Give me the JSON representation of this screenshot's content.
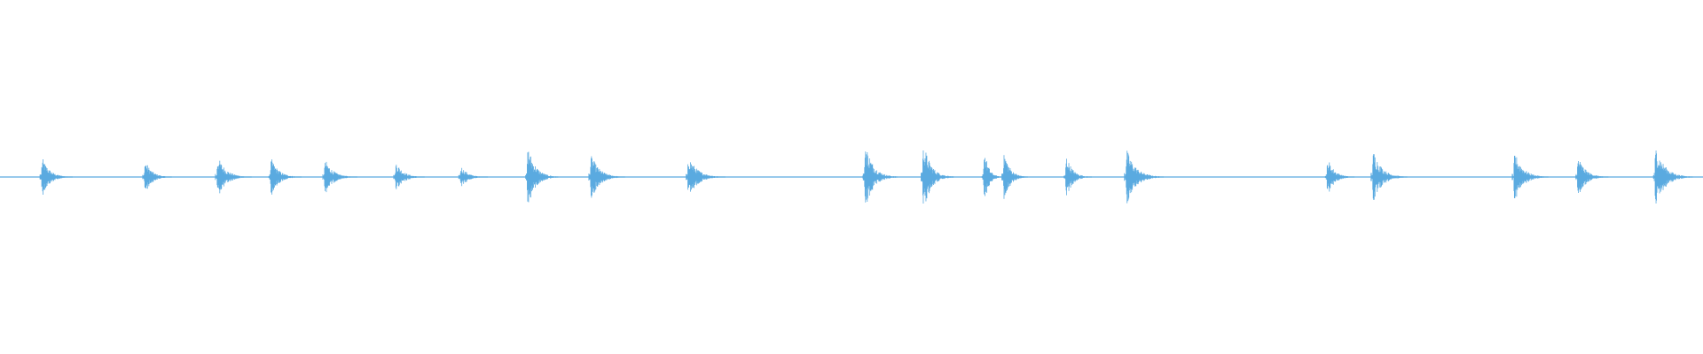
{
  "waveform": {
    "color": "#5aaae0",
    "baseline_amplitude": 0.01,
    "duration": 1.0,
    "transients": [
      {
        "t": 0.0245,
        "peak": 0.12,
        "decay": 0.018
      },
      {
        "t": 0.0848,
        "peak": 0.11,
        "decay": 0.016
      },
      {
        "t": 0.1275,
        "peak": 0.13,
        "decay": 0.02
      },
      {
        "t": 0.1589,
        "peak": 0.12,
        "decay": 0.018
      },
      {
        "t": 0.1906,
        "peak": 0.11,
        "decay": 0.019
      },
      {
        "t": 0.2322,
        "peak": 0.1,
        "decay": 0.017
      },
      {
        "t": 0.2704,
        "peak": 0.07,
        "decay": 0.016
      },
      {
        "t": 0.3096,
        "peak": 0.2,
        "decay": 0.018
      },
      {
        "t": 0.3468,
        "peak": 0.14,
        "decay": 0.02
      },
      {
        "t": 0.4039,
        "peak": 0.13,
        "decay": 0.022
      },
      {
        "t": 0.5077,
        "peak": 0.22,
        "decay": 0.019
      },
      {
        "t": 0.5419,
        "peak": 0.22,
        "decay": 0.018
      },
      {
        "t": 0.5776,
        "peak": 0.2,
        "decay": 0.01
      },
      {
        "t": 0.5893,
        "peak": 0.17,
        "decay": 0.014
      },
      {
        "t": 0.6258,
        "peak": 0.14,
        "decay": 0.015
      },
      {
        "t": 0.6613,
        "peak": 0.17,
        "decay": 0.022
      },
      {
        "t": 0.7793,
        "peak": 0.12,
        "decay": 0.016
      },
      {
        "t": 0.8061,
        "peak": 0.17,
        "decay": 0.02
      },
      {
        "t": 0.889,
        "peak": 0.16,
        "decay": 0.02
      },
      {
        "t": 0.9263,
        "peak": 0.13,
        "decay": 0.018
      },
      {
        "t": 0.9719,
        "peak": 0.19,
        "decay": 0.022
      }
    ]
  }
}
